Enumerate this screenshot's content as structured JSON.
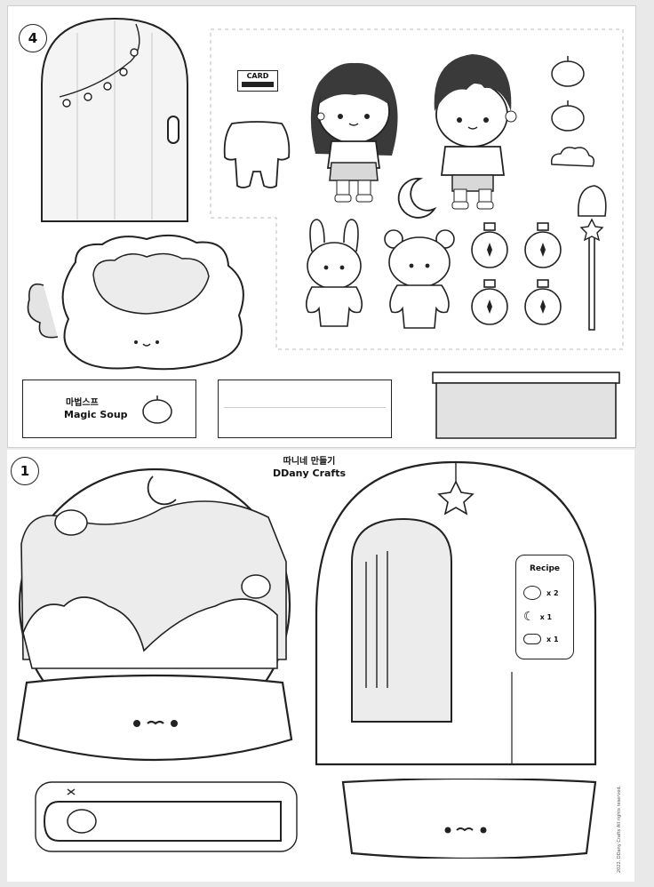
{
  "page_top": {
    "step_number": "4",
    "card_label": "CARD",
    "sign_korean": "마법스프",
    "sign_english": "Magic Soup"
  },
  "page_bottom": {
    "step_number": "1",
    "brand_korean": "따니네 만들기",
    "brand_english": "DDany Crafts",
    "recipe_title": "Recipe",
    "recipe_items": [
      {
        "icon": "pumpkin-icon",
        "count": "x 2"
      },
      {
        "icon": "moon-icon",
        "count": "x 1"
      },
      {
        "icon": "cloud-icon",
        "count": "x 1"
      }
    ],
    "copyright": "2022. DDany Crafts All rights reserved."
  }
}
